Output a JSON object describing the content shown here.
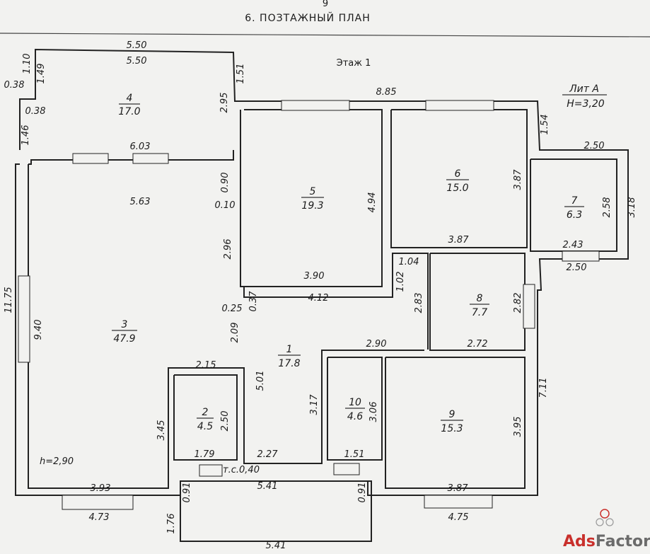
{
  "header": {
    "page_number": "9",
    "section_title": "6. ПОЗТАЖНЫЙ ПЛАН",
    "floor_label": "Этаж 1",
    "lit_label": "Лит А",
    "height_label": "Н=3,20"
  },
  "rooms": [
    {
      "number": "1",
      "area": "17.8"
    },
    {
      "number": "2",
      "area": "4.5"
    },
    {
      "number": "3",
      "area": "47.9"
    },
    {
      "number": "4",
      "area": "17.0"
    },
    {
      "number": "5",
      "area": "19.3"
    },
    {
      "number": "6",
      "area": "15.0"
    },
    {
      "number": "7",
      "area": "6.3"
    },
    {
      "number": "8",
      "area": "7.7"
    },
    {
      "number": "9",
      "area": "15.3"
    },
    {
      "number": "10",
      "area": "4.6"
    }
  ],
  "dimensions": [
    "5.50",
    "5.50",
    "1.10",
    "1.49",
    "0.38",
    "0.38",
    "1.51",
    "2.95",
    "1.46",
    "6.03",
    "8.85",
    "1.54",
    "2.50",
    "0.90",
    "0.10",
    "5.63",
    "4.94",
    "3.87",
    "2.58",
    "3.18",
    "3.87",
    "2.43",
    "2.50",
    "2.96",
    "3.90",
    "1.04",
    "1.02",
    "0.37",
    "0.25",
    "4.12",
    "2.83",
    "2.82",
    "11.75",
    "9.40",
    "2.09",
    "2.90",
    "2.72",
    "2.15",
    "5.01",
    "3.17",
    "3.06",
    "2.50",
    "3.45",
    "7.11",
    "3.95",
    "1.79",
    "2.27",
    "1.51",
    "0.91",
    "0.91",
    "3.93",
    "5.41",
    "3.87",
    "4.73",
    "4.75",
    "1.76",
    "5.41"
  ],
  "notes": {
    "ceiling_height": "h=2,90",
    "tc_label": "т.с.0,40"
  },
  "watermark": {
    "ads": "Ads",
    "factory": "Factory"
  }
}
